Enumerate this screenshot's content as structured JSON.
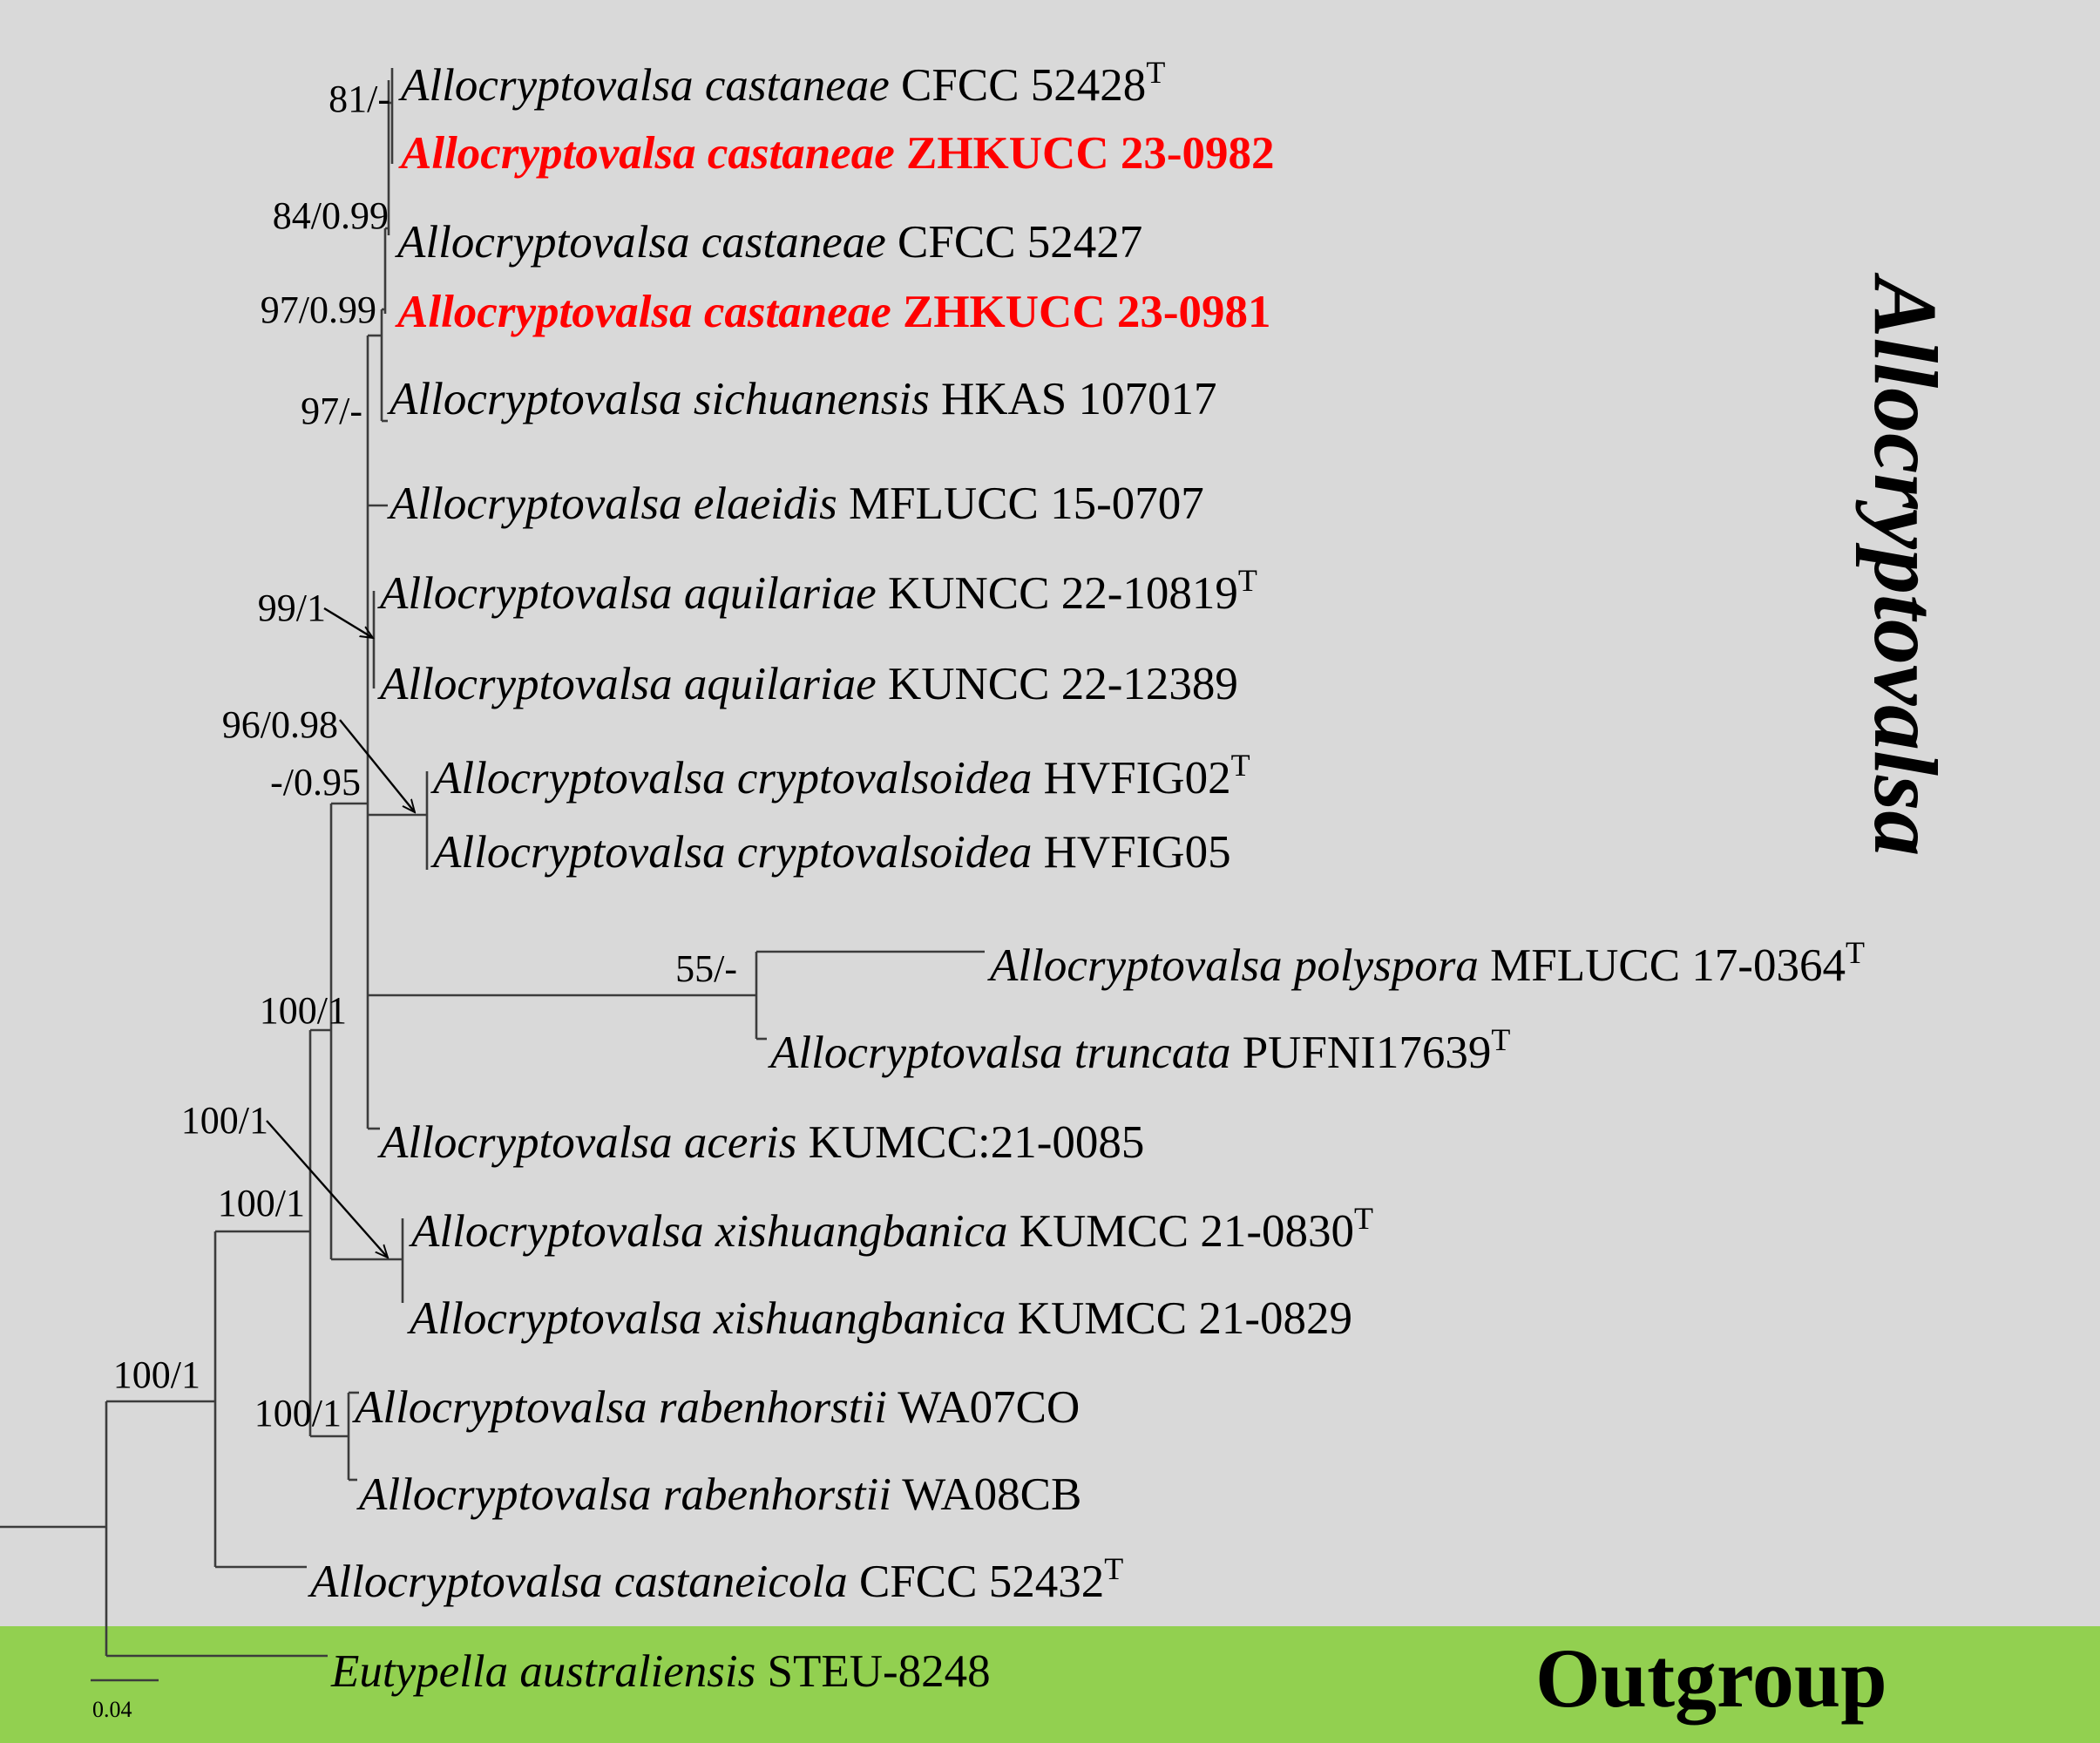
{
  "taxa": [
    {
      "species": "Allocryptovalsa castaneae",
      "strain": "CFCC 52428",
      "sup": "T",
      "highlight": false
    },
    {
      "species": "Allocryptovalsa castaneae",
      "strain": "ZHKUCC 23-0982",
      "sup": "",
      "highlight": true
    },
    {
      "species": "Allocryptovalsa castaneae",
      "strain": "CFCC 52427",
      "sup": "",
      "highlight": false
    },
    {
      "species": "Allocryptovalsa castaneae",
      "strain": "ZHKUCC 23-0981",
      "sup": "",
      "highlight": true
    },
    {
      "species": "Allocryptovalsa sichuanensis",
      "strain": "HKAS 107017",
      "sup": "",
      "highlight": false
    },
    {
      "species": "Allocryptovalsa elaeidis",
      "strain": "MFLUCC 15-0707",
      "sup": "",
      "highlight": false
    },
    {
      "species": "Allocryptovalsa aquilariae",
      "strain": "KUNCC 22-10819",
      "sup": "T",
      "highlight": false
    },
    {
      "species": "Allocryptovalsa aquilariae",
      "strain": "KUNCC 22-12389",
      "sup": "",
      "highlight": false
    },
    {
      "species": "Allocryptovalsa cryptovalsoidea",
      "strain": "HVFIG02",
      "sup": "T",
      "highlight": false
    },
    {
      "species": "Allocryptovalsa cryptovalsoidea",
      "strain": "HVFIG05",
      "sup": "",
      "highlight": false
    },
    {
      "species": "Allocryptovalsa polyspora",
      "strain": "MFLUCC 17-0364",
      "sup": "T",
      "highlight": false
    },
    {
      "species": "Allocryptovalsa truncata",
      "strain": "PUFNI17639",
      "sup": "T",
      "highlight": false
    },
    {
      "species": "Allocryptovalsa aceris",
      "strain": "KUMCC:21-0085",
      "sup": "",
      "highlight": false
    },
    {
      "species": "Allocryptovalsa xishuangbanica",
      "strain": "KUMCC 21-0830",
      "sup": "T",
      "highlight": false
    },
    {
      "species": "Allocryptovalsa xishuangbanica",
      "strain": "KUMCC 21-0829",
      "sup": "",
      "highlight": false
    },
    {
      "species": "Allocryptovalsa rabenhorstii",
      "strain": "WA07CO",
      "sup": "",
      "highlight": false
    },
    {
      "species": "Allocryptovalsa rabenhorstii",
      "strain": "WA08CB",
      "sup": "",
      "highlight": false
    },
    {
      "species": "Allocryptovalsa castaneicola",
      "strain": "CFCC 52432",
      "sup": "T",
      "highlight": false
    },
    {
      "species": "Eutypella australiensis",
      "strain": "STEU-8248",
      "sup": "",
      "highlight": false
    }
  ],
  "support_values": [
    "81/-",
    "84/0.99",
    "97/0.99",
    "97/-",
    "99/1",
    "96/0.98",
    "-/0.95",
    "55/-",
    "100/1",
    "100/1",
    "100/1",
    "100/1",
    "100/1"
  ],
  "clade_label": "Allocryptovalsa",
  "outgroup_label": "Outgroup",
  "scale_bar": "0.04",
  "colors": {
    "background": "#d9d9d9",
    "outgroup_band": "#92d050",
    "highlight": "#ff0000"
  }
}
